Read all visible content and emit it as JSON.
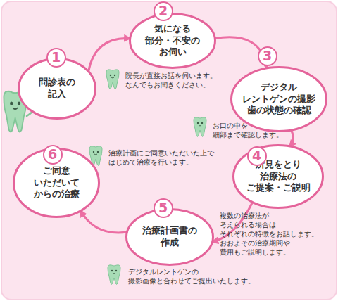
{
  "diagram": {
    "nodes": [
      {
        "text": [
          "1",
          "問診表の 記入"
        ]
      },
      {
        "text": [
          "2",
          "気になる 部分・不安の お伺い"
        ]
      },
      {
        "text": [
          "3",
          "デジタル レントゲンの撮影 歯の状態の確認"
        ]
      },
      {
        "text": [
          "4",
          "所見をとり 治療法の ご提案・ご説明"
        ]
      },
      {
        "text": [
          "5",
          "治療計画書の 作成"
        ]
      },
      {
        "text": [
          "6",
          "ご同意 いただいて からの治療"
        ]
      }
    ],
    "edges": [
      {
        "from": 0,
        "to": 1,
        "arrow": "to"
      },
      {
        "from": 1,
        "to": 2,
        "arrow": "to"
      },
      {
        "from": 2,
        "to": 3,
        "arrow": "to"
      },
      {
        "from": 3,
        "to": 4,
        "arrow": "to"
      },
      {
        "from": 4,
        "to": 5,
        "arrow": "to"
      }
    ],
    "labels": [
      "院長が直接お話を伺います。 なんでもお聞きください。",
      "お口の中を 細部まで確認します。",
      "治療計画にご同意いただいた上で はじめて治療を行います。",
      "複数の治療法が 考えられる場合は それぞれの特徴をお話します。 おおよその治療期間や 費用もご説明します。",
      "デジタルレントゲンの 撮影画像と合わせてご提出いたします。"
    ]
  }
}
